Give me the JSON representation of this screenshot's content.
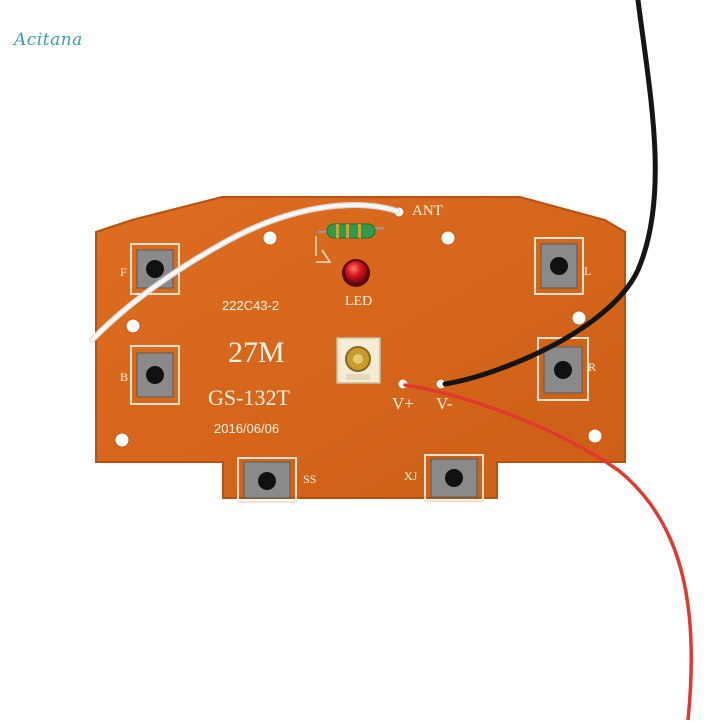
{
  "watermark": "Acitana",
  "board": {
    "model_label": "27M",
    "part_label": "GS-132T",
    "code_label": "222C43-2",
    "date_label": "2016/06/06",
    "antenna_label": "ANT",
    "led_label": "LED",
    "vplus_label": "V+",
    "vminus_label": "V-",
    "buttons": {
      "f": "F",
      "b": "B",
      "l": "L",
      "r": "R",
      "ss": "SS",
      "xj": "XJ"
    }
  },
  "colors": {
    "pcb": "#d8671a",
    "pcb_edge": "#b8510e",
    "silkscreen": "#fff4e6",
    "wire_black": "#151515",
    "wire_red": "#e03a2e",
    "wire_white": "#f2f2f2",
    "led_red": "#d8141c",
    "inductor_green": "#2f9a4a"
  }
}
